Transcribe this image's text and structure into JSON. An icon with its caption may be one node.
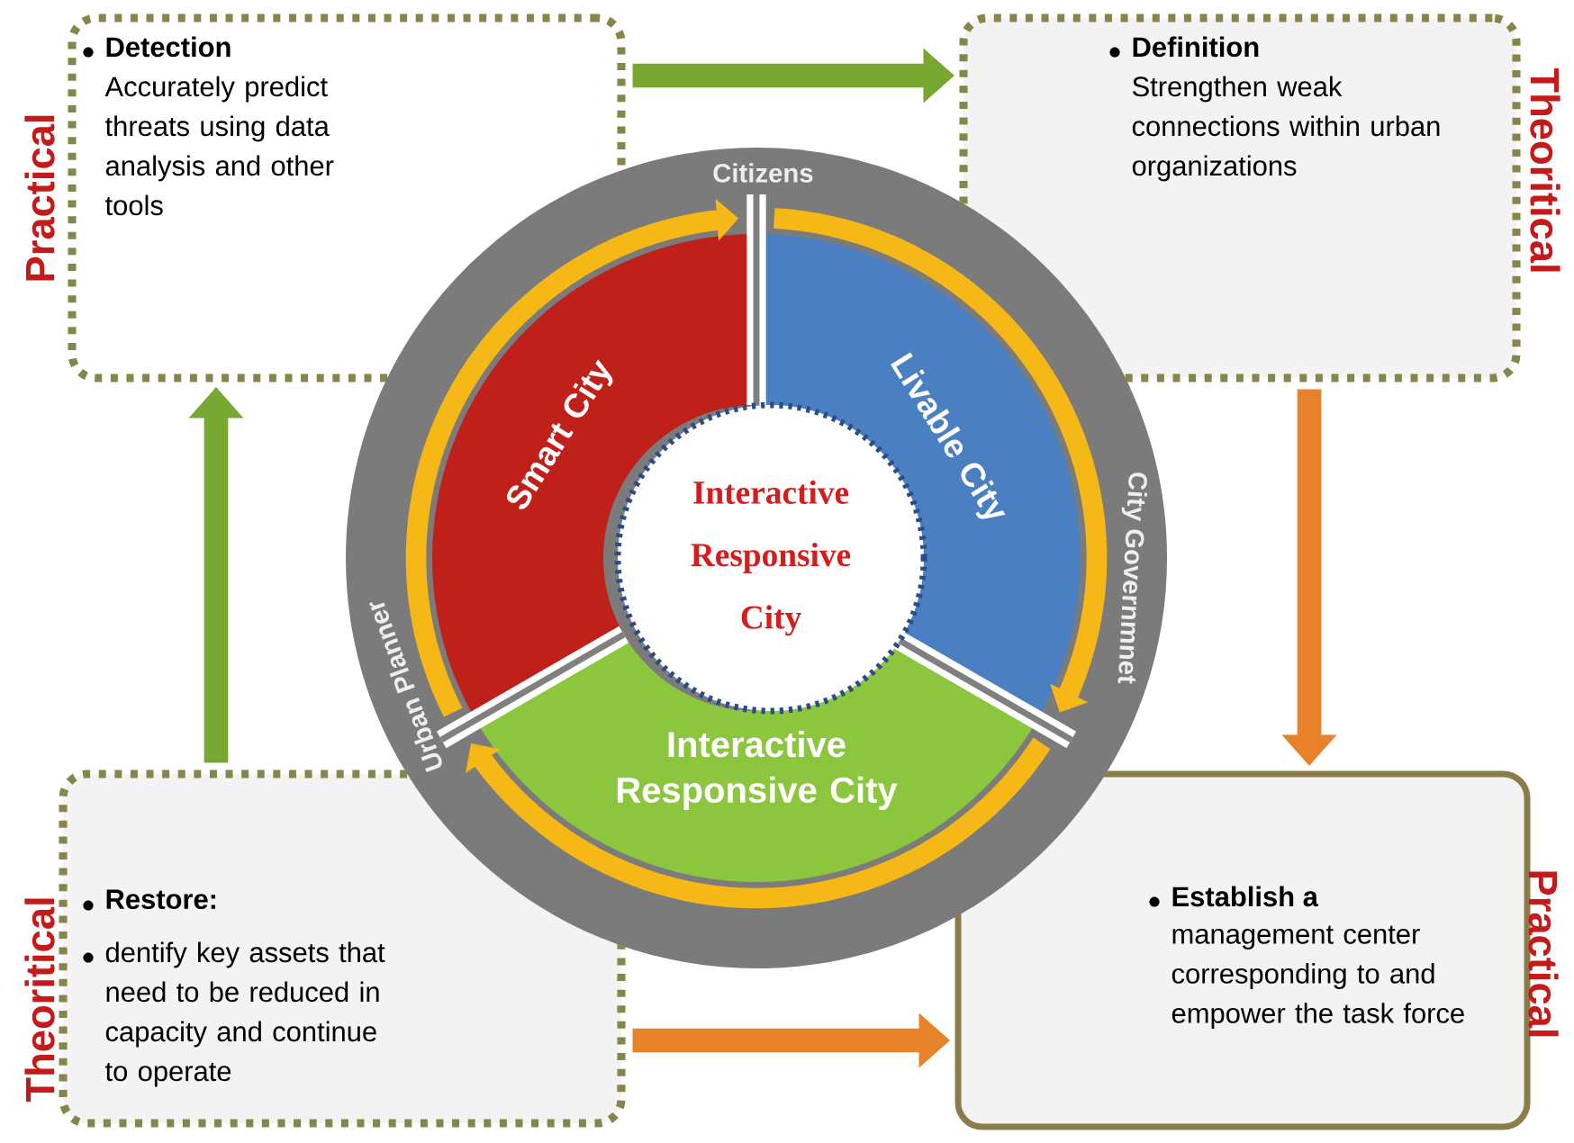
{
  "diagram": {
    "nodes": [
      {
        "text": [
          "Detection",
          "Accurately predict threats using data analysis and other tools"
        ],
        "beside": [
          "Practical"
        ]
      },
      {
        "text": [
          "Definition",
          "Strengthen weak connections within urban organizations"
        ],
        "beside": [
          "Theoritical"
        ]
      },
      {
        "text": [
          "Restore:",
          "dentify key assets that need to be reduced in capacity and continue to operate"
        ],
        "beside": [
          "Theoritical"
        ]
      },
      {
        "text": [
          "Establish a",
          "management center corresponding to and empower the task force"
        ],
        "beside": [
          "Practical"
        ]
      },
      {
        "text": [
          "Citizens",
          "City Governmnet",
          "Urban Planner"
        ]
      },
      {
        "text": [
          "Smart City"
        ],
        "in": 4
      },
      {
        "text": [
          "Livable City"
        ],
        "in": 4
      },
      {
        "text": [
          "Interactive Responsive City"
        ],
        "in": 4
      },
      {
        "text": [
          "Interactive Responsive City"
        ],
        "in": 4
      }
    ],
    "edges": [
      {
        "from": 0,
        "to": 1,
        "arrow": "to",
        "color": "#78a832"
      },
      {
        "from": 1,
        "to": 3,
        "arrow": "to",
        "color": "#e8822a"
      },
      {
        "from": 2,
        "to": 3,
        "arrow": "to",
        "color": "#e8822a"
      },
      {
        "from": 2,
        "to": 0,
        "arrow": "to",
        "color": "#78a832"
      }
    ]
  }
}
